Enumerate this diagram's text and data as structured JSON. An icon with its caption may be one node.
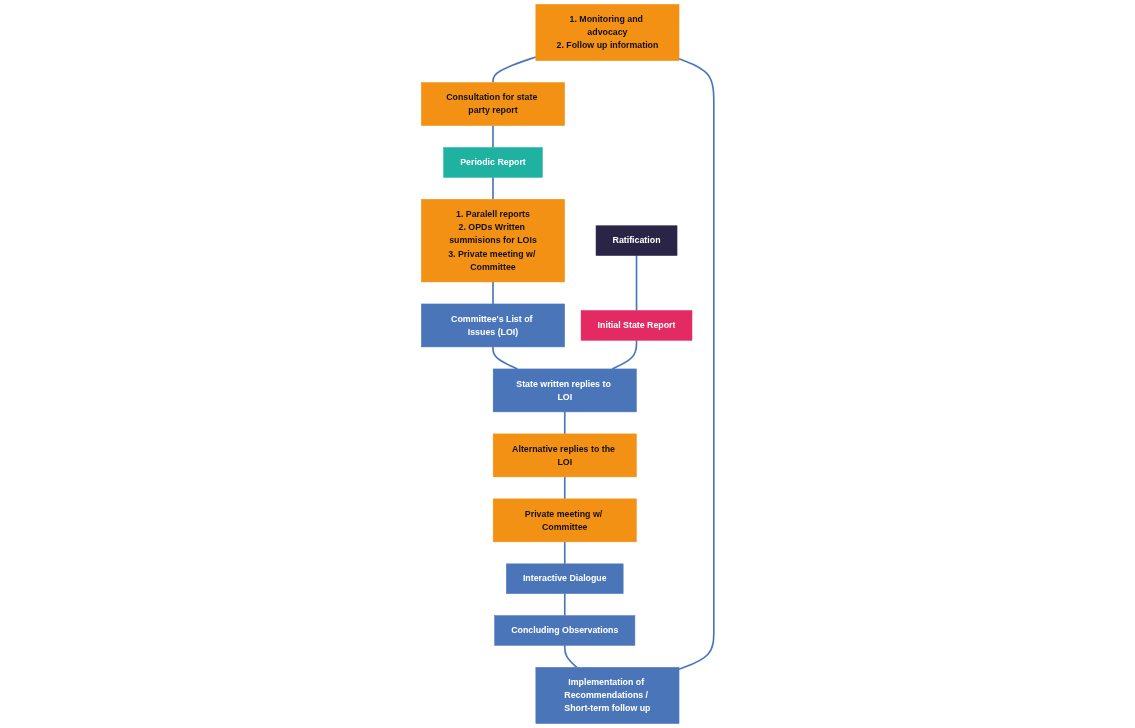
{
  "diagram": {
    "nodes": [
      {
        "text": [
          "1. Monitoring and advocacy",
          "2. Follow up information"
        ]
      },
      {
        "text": [
          "Ratification"
        ]
      },
      {
        "text": [
          "Implementation of Recommendations / Short-term follow up"
        ]
      },
      {
        "text": [
          "Consultation for state party report"
        ]
      },
      {
        "text": [
          "Initial State Report"
        ]
      },
      {
        "text": [
          "Concluding Observations"
        ]
      },
      {
        "text": [
          "Periodic Report"
        ]
      },
      {
        "text": [
          "Interactive Dialogue"
        ]
      },
      {
        "text": [
          "1. Paralell reports",
          "2. OPDs Written summisions for LOIs",
          "3. Private meeting w/ Committee"
        ]
      },
      {
        "text": [
          "Private meeting w/ Committee"
        ]
      },
      {
        "text": [
          "Committee's List of Issues (LOI)"
        ]
      },
      {
        "text": [
          "Alternative replies to the LOI"
        ]
      },
      {
        "text": [
          "State written replies to LOI"
        ]
      }
    ],
    "edges": [
      {
        "from": 0,
        "to": 3,
        "arrow": "none"
      },
      {
        "from": 3,
        "to": 6,
        "arrow": "none"
      },
      {
        "from": 6,
        "to": 8,
        "arrow": "none"
      },
      {
        "from": 8,
        "to": 10,
        "arrow": "none"
      },
      {
        "from": 10,
        "to": 12,
        "arrow": "none"
      },
      {
        "from": 12,
        "to": 11,
        "arrow": "none"
      },
      {
        "from": 11,
        "to": 9,
        "arrow": "none"
      },
      {
        "from": 9,
        "to": 7,
        "arrow": "none"
      },
      {
        "from": 7,
        "to": 5,
        "arrow": "none"
      },
      {
        "from": 5,
        "to": 2,
        "arrow": "none"
      },
      {
        "from": 2,
        "to": 0,
        "arrow": "none"
      },
      {
        "from": 1,
        "to": 4,
        "arrow": "none"
      },
      {
        "from": 4,
        "to": 12,
        "arrow": "none"
      }
    ]
  }
}
